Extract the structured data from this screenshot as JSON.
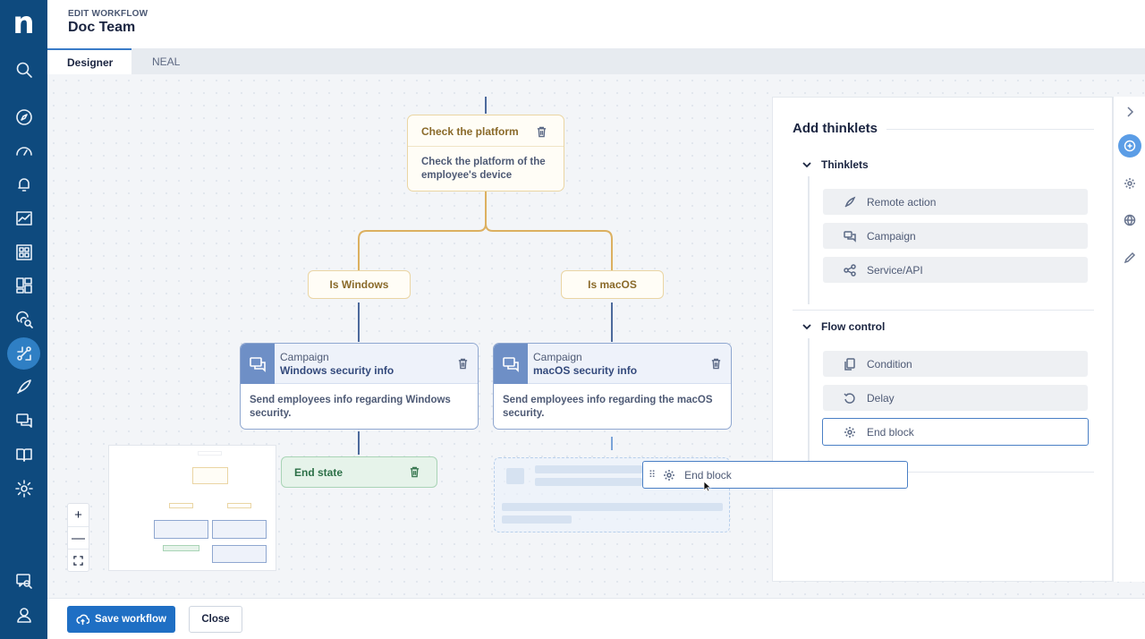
{
  "header": {
    "eyebrow": "EDIT WORKFLOW",
    "title": "Doc Team"
  },
  "tabs": [
    {
      "label": "Designer",
      "active": true
    },
    {
      "label": "NEAL",
      "active": false
    }
  ],
  "nav": {
    "logo": "n",
    "icons": [
      "search-icon",
      "compass-icon",
      "gauge-icon",
      "bell-icon",
      "chart-icon",
      "apps-icon",
      "layout-icon",
      "fingerprint-search-icon",
      "workflow-icon",
      "rocket-icon",
      "chat-icon",
      "book-icon",
      "gear-icon",
      "chat-search-icon",
      "user-icon"
    ],
    "active": "workflow-icon"
  },
  "workflow": {
    "condition": {
      "title": "Check the platform",
      "description": "Check the platform of the employee's device"
    },
    "branches": [
      {
        "label": "Is Windows",
        "card": {
          "kind": "Campaign",
          "name": "Windows security info",
          "description": "Send employees info regarding Windows security."
        },
        "end": "End state"
      },
      {
        "label": "Is macOS",
        "card": {
          "kind": "Campaign",
          "name": "macOS security info",
          "description": "Send employees info regarding the macOS security."
        }
      }
    ]
  },
  "zoom": {
    "in": "+",
    "out": "—",
    "fit": "fit-icon"
  },
  "panel": {
    "title": "Add thinklets",
    "sections": [
      {
        "title": "Thinklets",
        "items": [
          {
            "label": "Remote action",
            "icon": "rocket-icon"
          },
          {
            "label": "Campaign",
            "icon": "chat-icon"
          },
          {
            "label": "Service/API",
            "icon": "share-icon"
          }
        ]
      },
      {
        "title": "Flow control",
        "items": [
          {
            "label": "Condition",
            "icon": "copy-icon"
          },
          {
            "label": "Delay",
            "icon": "undo-icon"
          },
          {
            "label": "End block",
            "icon": "gear-icon",
            "selected": true
          }
        ]
      }
    ]
  },
  "dragging": {
    "label": "End block"
  },
  "footer": {
    "save": "Save workflow",
    "close": "Close"
  },
  "colors": {
    "nav": "#0e4a7e",
    "accent": "#1f6fc4",
    "condition": "#ead5a3",
    "campaign": "#6e8fc6",
    "end": "#a9d4b6"
  }
}
